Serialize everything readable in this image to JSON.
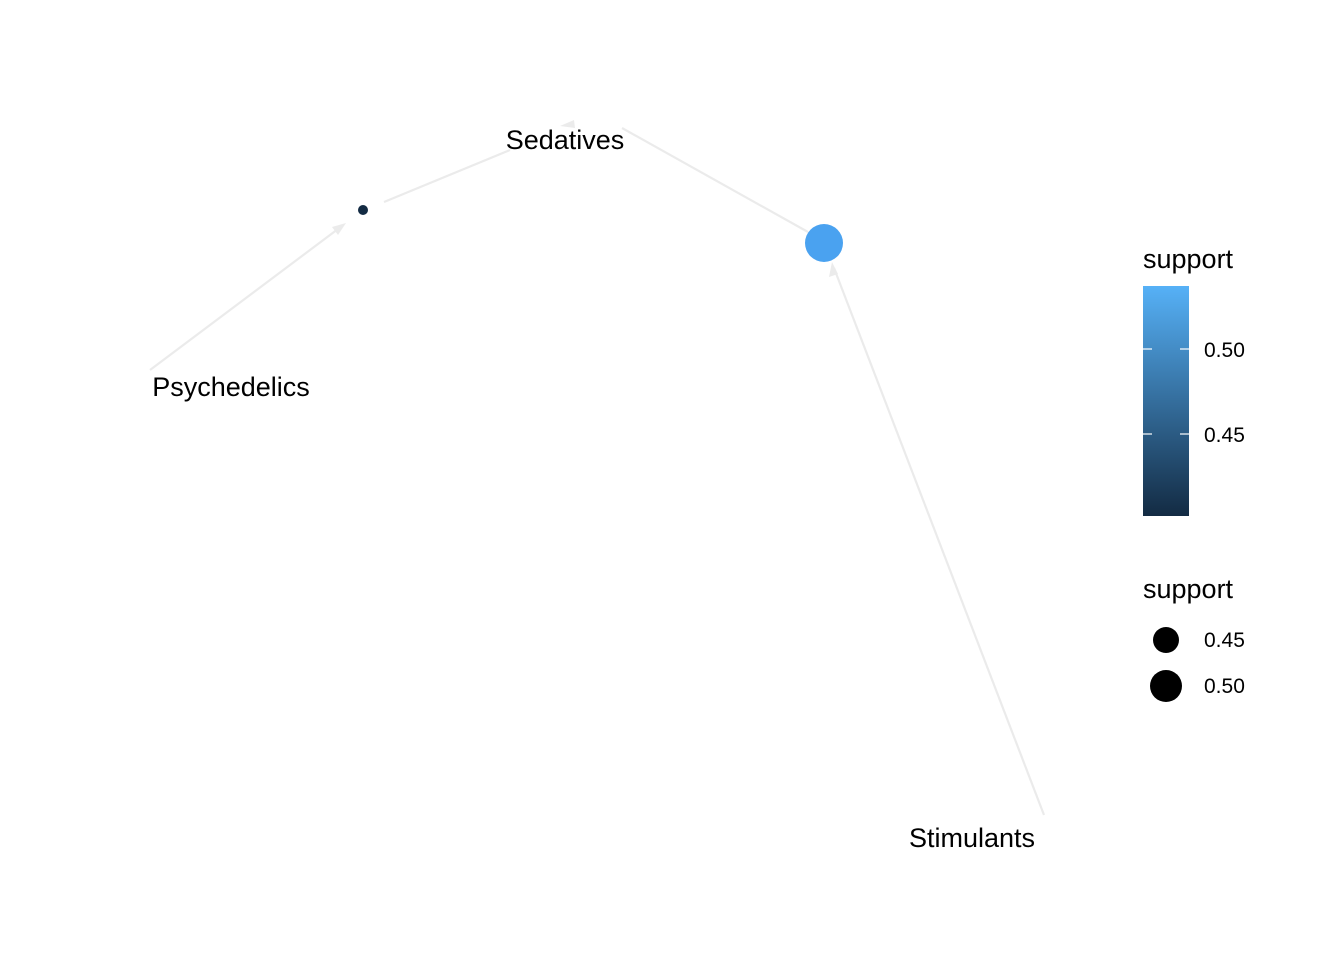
{
  "graph": {
    "nodes": [
      {
        "id": "sedatives",
        "label": "Sedatives",
        "kind": "item"
      },
      {
        "id": "psychedelics",
        "label": "Psychedelics",
        "kind": "item"
      },
      {
        "id": "stimulants",
        "label": "Stimulants",
        "kind": "item"
      },
      {
        "id": "rule1",
        "label": "",
        "kind": "rule",
        "support": 0.4,
        "color": "#132b43"
      },
      {
        "id": "rule2",
        "label": "",
        "kind": "rule",
        "support": 0.54,
        "color": "#4aa2f0"
      }
    ],
    "edges": [
      {
        "from": "psychedelics",
        "to": "rule1"
      },
      {
        "from": "rule1",
        "to": "sedatives"
      },
      {
        "from": "stimulants",
        "to": "rule2"
      },
      {
        "from": "rule2",
        "to": "sedatives"
      }
    ]
  },
  "legend": {
    "color": {
      "title": "support",
      "low_color": "#132b43",
      "high_color": "#56b1f7",
      "ticks": [
        "0.50",
        "0.45"
      ]
    },
    "size": {
      "title": "support",
      "items": [
        "0.45",
        "0.50"
      ],
      "dot_color": "#000000"
    }
  }
}
